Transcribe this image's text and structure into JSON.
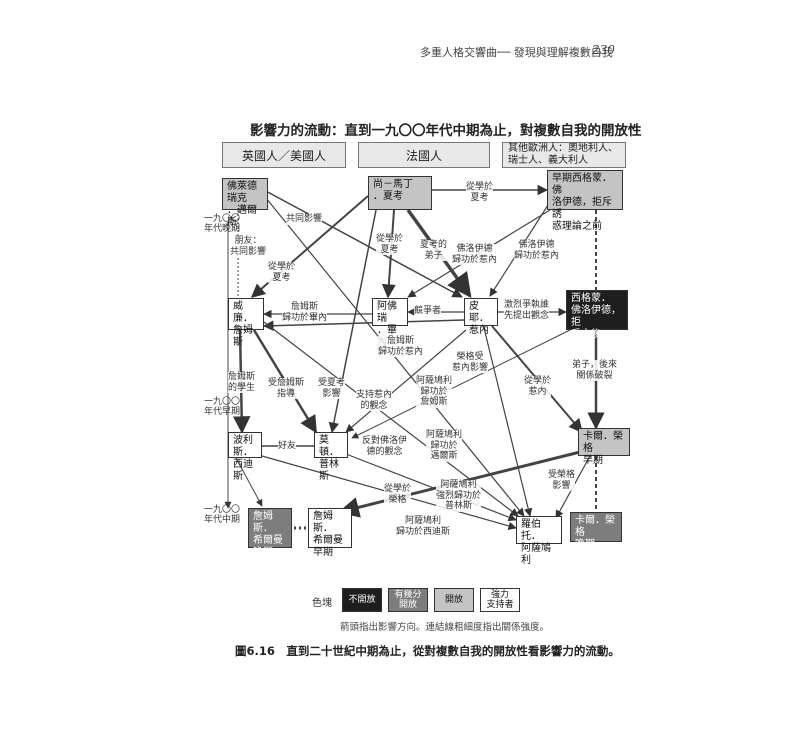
{
  "header": {
    "running_head": "多重人格交響曲── 發現與理解複數自我",
    "page_number": "230"
  },
  "diagram": {
    "title": "影響力的流動：直到一九〇〇年代中期為止，對複數自我的開放性",
    "columns": [
      "英國人／美國人",
      "法國人",
      "其他歐洲人：奧地利人、\n瑞士人、義大利人"
    ],
    "eras": [
      "一九〇〇\n年代晚期",
      "一九〇〇\n年代早期",
      "一九〇〇\n年代中期"
    ],
    "nodes": {
      "myers": {
        "text": "佛萊德瑞克\n．邁爾斯",
        "level": "open"
      },
      "charcot": {
        "text": "尚－馬丁\n．夏考",
        "level": "open"
      },
      "early_freud": {
        "text": "早期西格蒙．佛\n洛伊德，拒斥誘\n惑理論之前",
        "level": "open"
      },
      "james": {
        "text": "威廉．\n詹姆斯",
        "level": "strong"
      },
      "binet": {
        "text": "阿佛瑞\n．畢內",
        "level": "strong"
      },
      "janet": {
        "text": "皮耶．\n惹內",
        "level": "strong"
      },
      "late_freud": {
        "text": "西格蒙．\n佛洛伊德，拒\n斥之後",
        "level": "closed"
      },
      "sidis": {
        "text": "波利斯．\n西迪斯",
        "level": "strong"
      },
      "prince": {
        "text": "莫頓．\n普林斯",
        "level": "strong"
      },
      "jung": {
        "text": "卡爾．榮格\n早期",
        "level": "open"
      },
      "james_late": {
        "text": "詹姆斯．\n希爾曼\n晚期",
        "level": "some"
      },
      "hillman_early": {
        "text": "詹姆斯．\n希爾曼\n早期",
        "level": "strong"
      },
      "assagioli": {
        "text": "羅伯托．\n阿薩鳩利",
        "level": "strong"
      },
      "jung_late": {
        "text": "卡爾．榮格\n晚期",
        "level": "some"
      }
    },
    "edge_labels": {
      "student_of_charcot_top": "從學於\n夏考",
      "mutual_influence": "共同影響",
      "friends": "朋友：\n共同影響",
      "studied_charcot_1": "從學於\n夏考",
      "studied_charcot_2": "從學於\n夏考",
      "charcot_disciple": "夏考的\n弟子",
      "freud_credits_janet": "佛洛伊德\n歸功於惹內",
      "freud_credits_charcot": "佛洛伊德\n歸功於惹內",
      "james_credits_binet": "詹姆斯\n歸功於畢內",
      "rivals": "競爭者",
      "fierce_dispute": "激烈爭執誰\n先提出觀念",
      "james_credits_janet": "詹姆斯\n歸功於惹內",
      "jung_influenced_janet": "榮格受\n惹內影響",
      "student_of_james": "詹姆斯\n的學生",
      "mentored_by_james": "受詹姆斯\n指導",
      "influenced_by_james": "受夏考\n影響",
      "supports_janet": "支持惹內\n的觀念",
      "assagioli_credits_janet": "阿薩鳩利\n歸功於\n詹姆斯",
      "studied_janet": "從學於\n惹內",
      "disciple_break": "弟子，後來\n關係破裂",
      "good_friends": "好友",
      "opposes_freud": "反對佛洛伊\n德的觀念",
      "assagioli_credits_james": "阿薩鳩利\n歸功於\n邁爾斯",
      "influenced_by_jung": "受榮格\n影響",
      "studied_jung": "從學於\n榮格",
      "assagioli_strongly": "阿薩鳩利\n強烈歸功於\n普林斯",
      "assagioli_credits_sidis": "阿薩鳩利\n歸功於西迪斯"
    },
    "legend": {
      "title": "色塊",
      "items": [
        {
          "label": "不開放",
          "level": "closed"
        },
        {
          "label": "有幾分\n開放",
          "level": "some"
        },
        {
          "label": "開放",
          "level": "open"
        },
        {
          "label": "強力\n支持者",
          "level": "strong"
        }
      ],
      "note": "箭頭指出影響方向。連結線粗細度指出關係強度。"
    },
    "caption": "圖6.16　直到二十世紀中期為止，從對複數自我的開放性看影響力的流動。"
  }
}
